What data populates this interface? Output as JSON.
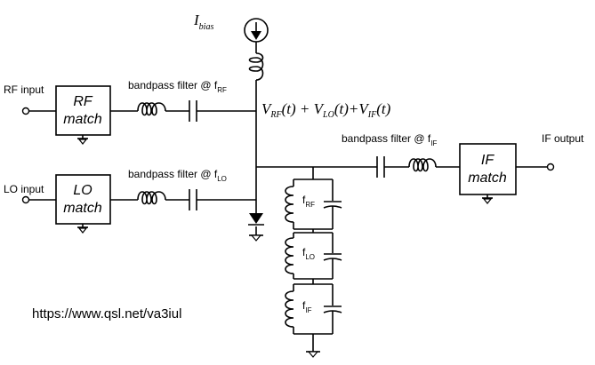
{
  "rf_input": "RF input",
  "lo_input": "LO input",
  "if_output": "IF output",
  "boxes": {
    "rf_match": [
      "RF",
      "match"
    ],
    "lo_match": [
      "LO",
      "match"
    ],
    "if_match": [
      "IF",
      "match"
    ]
  },
  "filters": {
    "rf": {
      "text": "bandpass filter @ f",
      "sub": "RF"
    },
    "lo": {
      "text": "bandpass filter @ f",
      "sub": "LO"
    },
    "if": {
      "text": "bandpass filter @ f",
      "sub": "IF"
    }
  },
  "bias": {
    "main": "I",
    "sub": "bias"
  },
  "voltage_expr": {
    "parts": [
      {
        "t": "V",
        "s": "RF"
      },
      {
        "t": "(t) + "
      },
      {
        "t": "V",
        "s": "LO"
      },
      {
        "t": "(t)+"
      },
      {
        "t": "V",
        "s": "IF"
      },
      {
        "t": "(t)"
      }
    ]
  },
  "traps": [
    {
      "main": "f",
      "sub": "RF"
    },
    {
      "main": "f",
      "sub": "LO"
    },
    {
      "main": "f",
      "sub": "IF"
    }
  ],
  "url": "https://www.qsl.net/va3iul"
}
